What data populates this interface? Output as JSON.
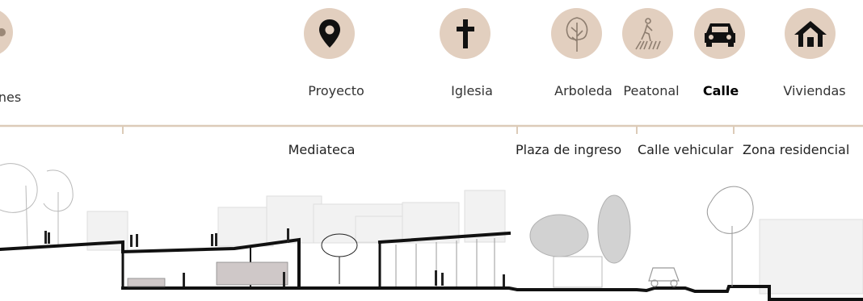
{
  "legend": {
    "items": [
      {
        "label": "nes",
        "icon": "partial-icon"
      },
      {
        "label": "Proyecto",
        "icon": "location-pin-icon"
      },
      {
        "label": "Iglesia",
        "icon": "cross-icon"
      },
      {
        "label": "Arboleda",
        "icon": "tree-icon"
      },
      {
        "label": "Peatonal",
        "icon": "pedestrian-icon"
      },
      {
        "label": "Calle",
        "icon": "car-icon"
      },
      {
        "label": "Viviendas",
        "icon": "house-icon"
      }
    ]
  },
  "zones": [
    {
      "label": "Mediateca"
    },
    {
      "label": "Plaza de ingreso"
    },
    {
      "label": "Calle vehicular"
    },
    {
      "label": "Zona residencial"
    }
  ],
  "colors": {
    "icon_bg": "#e2cfbf",
    "ruler": "#dccbb8",
    "ground": "#111111"
  }
}
